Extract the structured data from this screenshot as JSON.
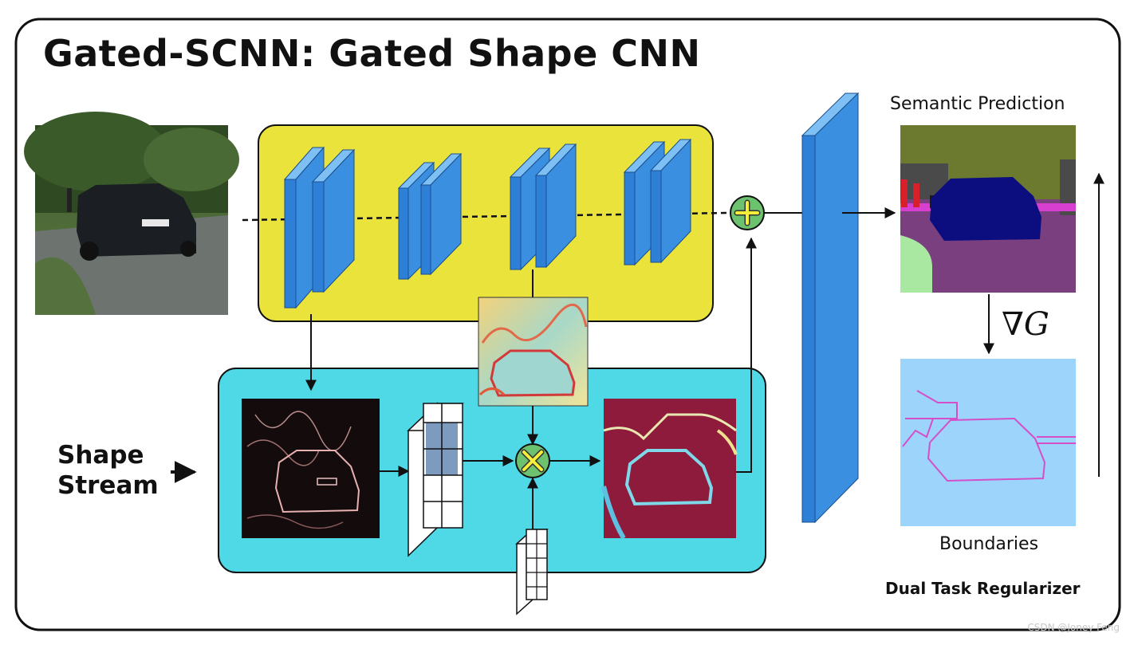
{
  "title": "Gated-SCNN: Gated Shape CNN",
  "labels": {
    "semantic_prediction": "Semantic Prediction",
    "gradient": "∇G",
    "boundaries": "Boundaries",
    "dual_task": "Dual Task Regularizer",
    "shape_stream_line1": "Shape",
    "shape_stream_line2": "Stream",
    "credit": "CSDN @Joney Feng"
  },
  "operators": {
    "fusion": "add",
    "gate": "multiply"
  },
  "colors": {
    "regular_stream_bg": "#e9e33c",
    "shape_stream_bg": "#4fd8e6",
    "conv_block": "#3a8fe0",
    "operator_fill": "#6cc26e",
    "operator_symbol": "#f5ee3a",
    "semantic_car": "#0c0e80",
    "semantic_road": "#7a3f7f",
    "boundary_bg": "#9cd4fb",
    "boundary_line": "#d44fc8"
  }
}
